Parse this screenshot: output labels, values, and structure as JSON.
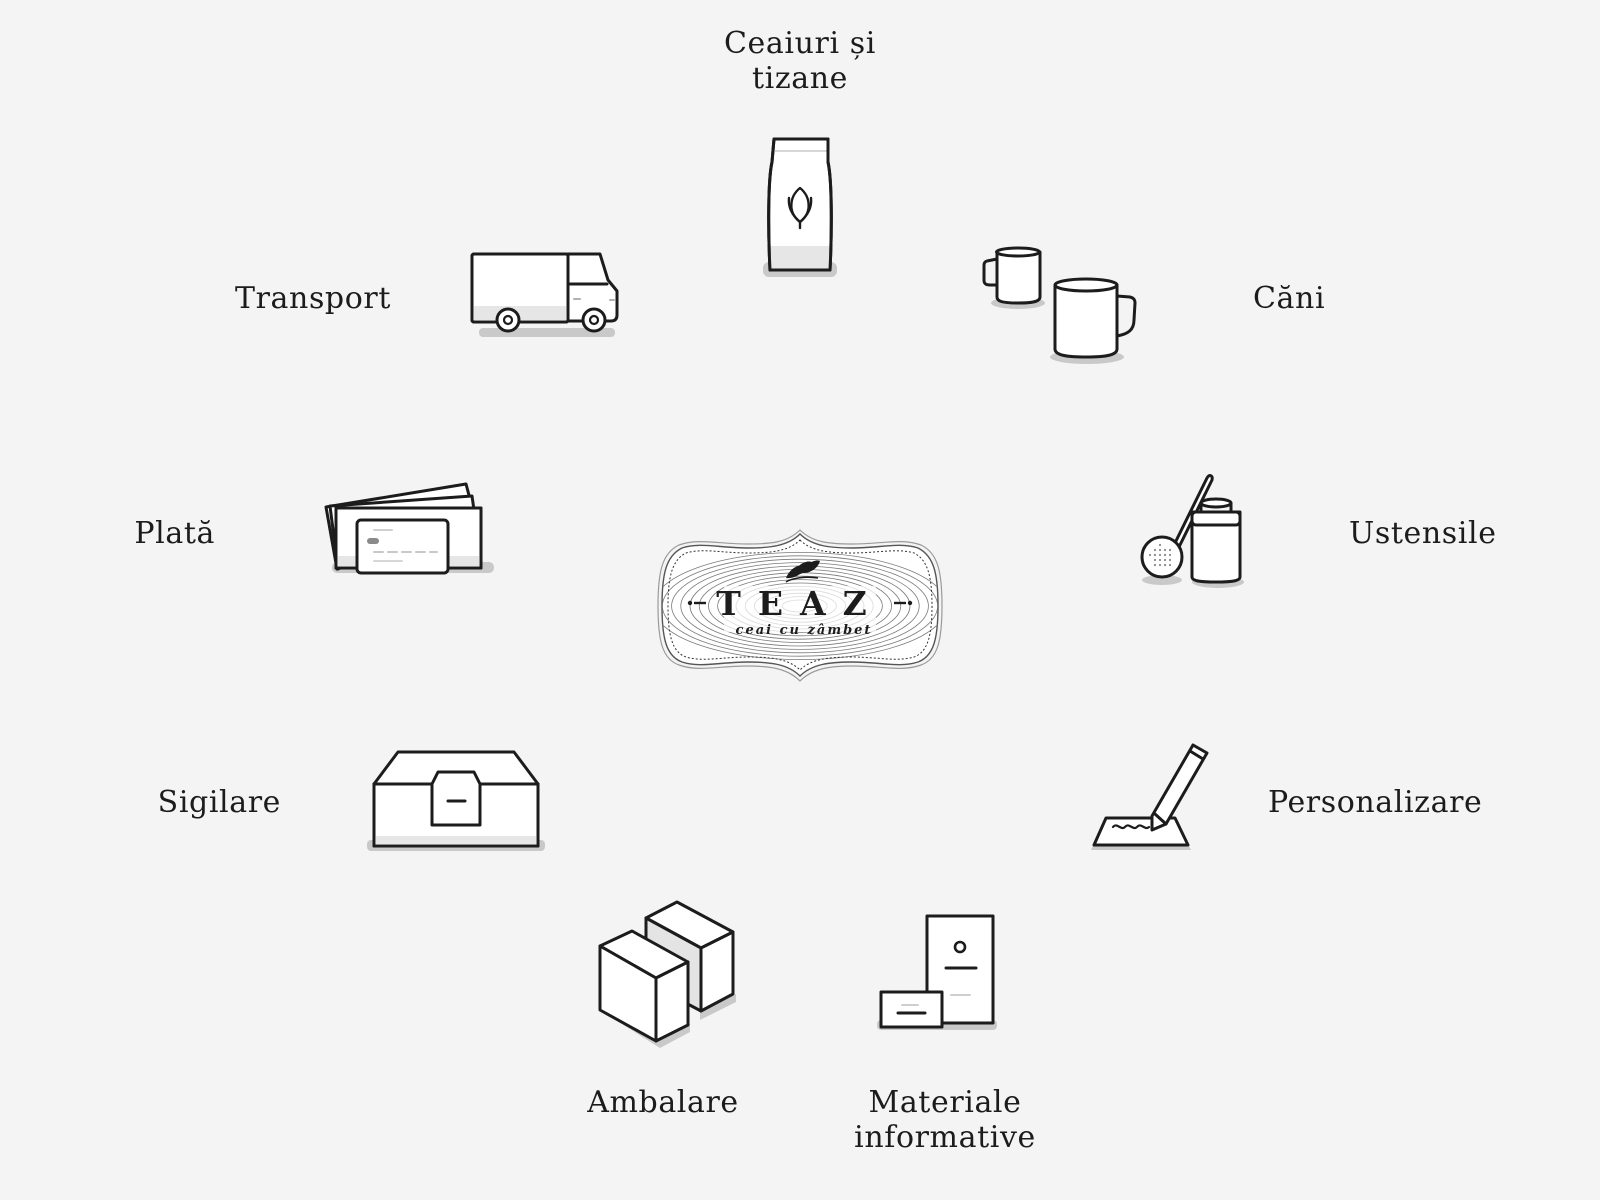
{
  "logo": {
    "wordmark": "TEAZ",
    "tagline": "ceai cu zâmbet"
  },
  "items": [
    {
      "key": "ceaiuri",
      "lines": [
        "Ceaiuri și",
        "tizane"
      ],
      "icon": "tea-bag-icon"
    },
    {
      "key": "cani",
      "lines": [
        "Căni"
      ],
      "icon": "mugs-icon"
    },
    {
      "key": "ustensile",
      "lines": [
        "Ustensile"
      ],
      "icon": "strainer-and-tin-icon"
    },
    {
      "key": "personalizare",
      "lines": [
        "Personalizare"
      ],
      "icon": "pencil-card-icon"
    },
    {
      "key": "materiale",
      "lines": [
        "Materiale",
        "informative"
      ],
      "icon": "leaflets-icon"
    },
    {
      "key": "ambalare",
      "lines": [
        "Ambalare"
      ],
      "icon": "boxes-icon"
    },
    {
      "key": "sigilare",
      "lines": [
        "Sigilare"
      ],
      "icon": "sealed-box-icon"
    },
    {
      "key": "plata",
      "lines": [
        "Plată"
      ],
      "icon": "payment-cards-icon"
    },
    {
      "key": "transport",
      "lines": [
        "Transport"
      ],
      "icon": "delivery-truck-icon"
    }
  ],
  "colors": {
    "background": "#f4f4f4",
    "stroke": "#1c1c1c",
    "shadow": "#c9c9c9",
    "fill": "#ffffff",
    "band": "#e9e9e9"
  }
}
